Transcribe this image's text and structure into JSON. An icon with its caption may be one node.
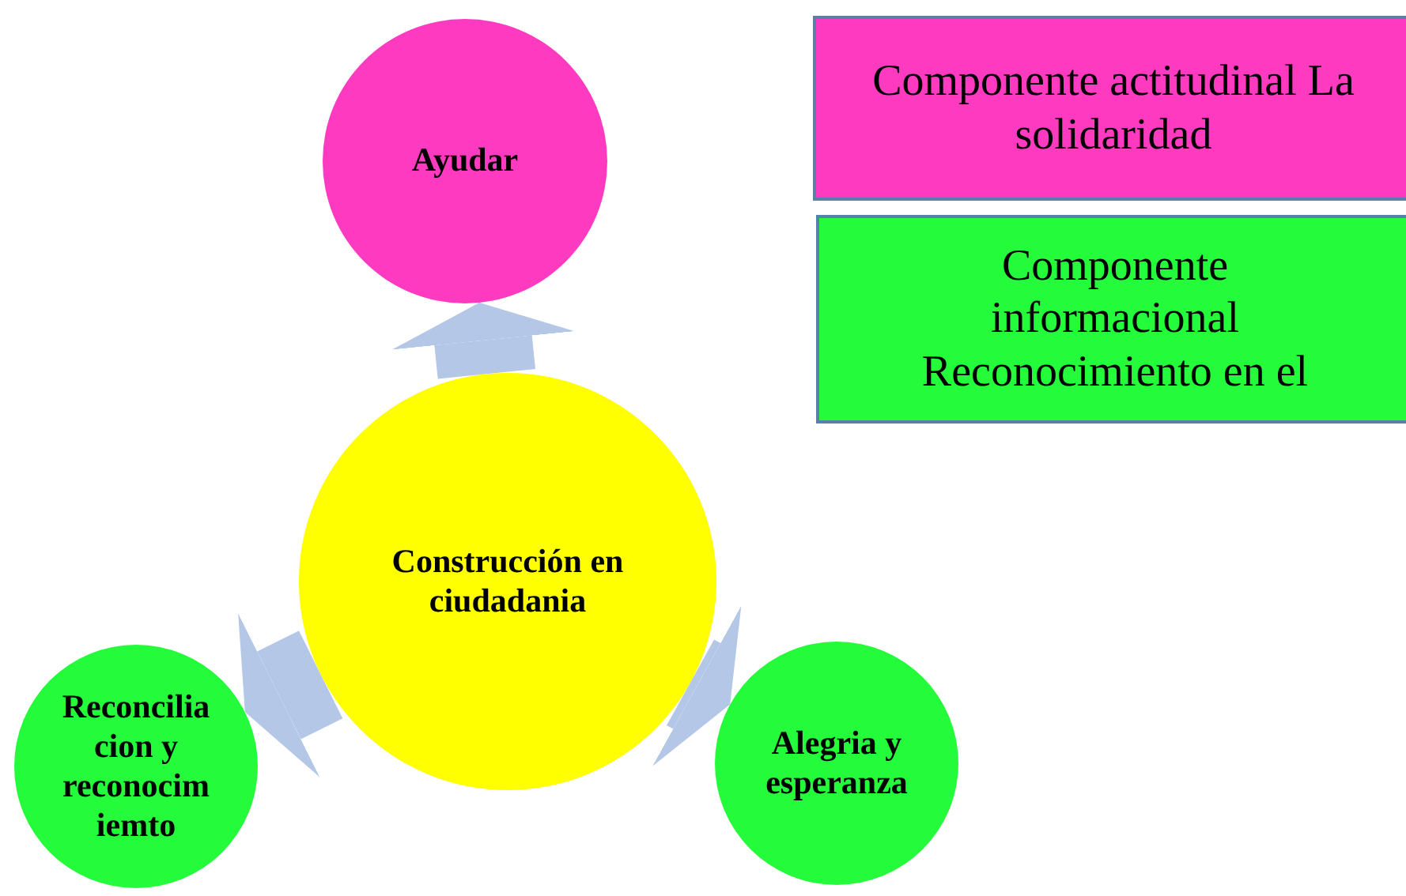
{
  "diagram": {
    "nodes": [
      {
        "text": [
          "Ayudar"
        ]
      },
      {
        "text": [
          "Construcción en ciudadania"
        ]
      },
      {
        "text": [
          "Reconcilia cion y reconocim iemto"
        ]
      },
      {
        "text": [
          "Alegria y esperanza"
        ]
      },
      {
        "text": [
          "Componente actitudinal La solidaridad"
        ]
      },
      {
        "text": [
          "Componente informacional Reconocimiento en el"
        ]
      }
    ],
    "edges": [
      {
        "from": 1,
        "to": 0,
        "arrow": "to"
      },
      {
        "from": 1,
        "to": 2,
        "arrow": "to"
      },
      {
        "from": 1,
        "to": 3,
        "arrow": "to"
      }
    ]
  }
}
